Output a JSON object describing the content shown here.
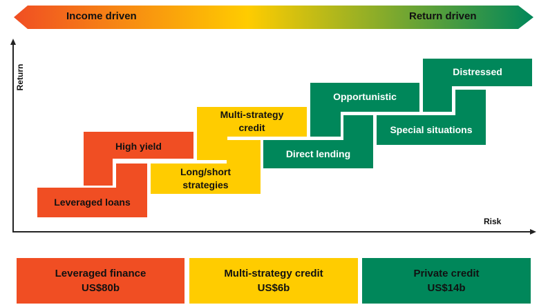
{
  "banner": {
    "left_label": "Income driven",
    "right_label": "Return driven"
  },
  "axes": {
    "y_label": "Return",
    "x_label": "Risk"
  },
  "steps": [
    {
      "id": "leveraged-loans",
      "label": "Leveraged loans",
      "group": "leveraged-finance"
    },
    {
      "id": "high-yield",
      "label": "High yield",
      "group": "leveraged-finance"
    },
    {
      "id": "long-short",
      "label": "Long/short strategies",
      "line1": "Long/short",
      "line2": "strategies",
      "group": "multi-strategy"
    },
    {
      "id": "multi-strategy-credit",
      "label": "Multi-strategy credit",
      "line1": "Multi-strategy",
      "line2": "credit",
      "group": "multi-strategy"
    },
    {
      "id": "direct-lending",
      "label": "Direct lending",
      "group": "private-credit"
    },
    {
      "id": "opportunistic",
      "label": "Opportunistic",
      "group": "private-credit"
    },
    {
      "id": "special-situations",
      "label": "Special situations",
      "group": "private-credit"
    },
    {
      "id": "distressed",
      "label": "Distressed",
      "group": "private-credit"
    }
  ],
  "categories": [
    {
      "name": "Leveraged finance",
      "amount": "US$80b",
      "color": "#F04E23"
    },
    {
      "name": "Multi-strategy credit",
      "amount": "US$6b",
      "color": "#FFCC00"
    },
    {
      "name": "Private credit",
      "amount": "US$14b",
      "color": "#00875A"
    }
  ],
  "colors": {
    "orange": "#F04E23",
    "yellow": "#FFCC00",
    "green": "#00875A",
    "axis": "#222222"
  }
}
